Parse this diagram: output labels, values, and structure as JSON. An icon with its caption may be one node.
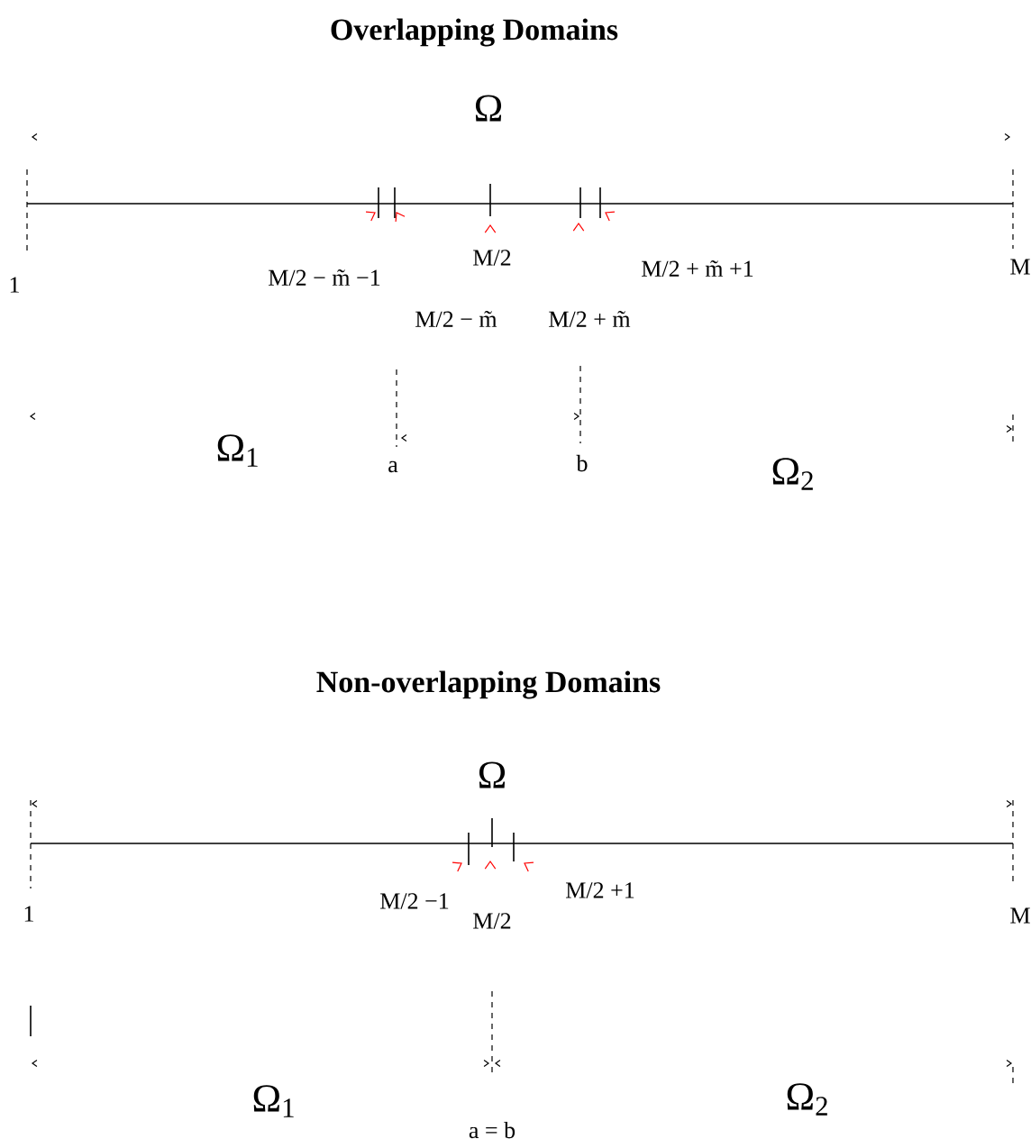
{
  "diagram": {
    "title": "Overlapping Domains",
    "labels": [
      "Ω",
      "M/2",
      "M/2 + m̃ +1",
      "M",
      "M/2 − m̃ −1",
      "1",
      "M/2 − m̃",
      "M/2 + m̃",
      "Ω$_{1}$",
      "a",
      "b",
      "Ω$_{2}$",
      "Non-overlapping Domains",
      "Ω",
      "M/2 +1",
      "M/2 −1",
      "1",
      "M/2",
      "M",
      "Ω$_{1}$",
      "Ω$_{2}$",
      "a = b"
    ]
  }
}
